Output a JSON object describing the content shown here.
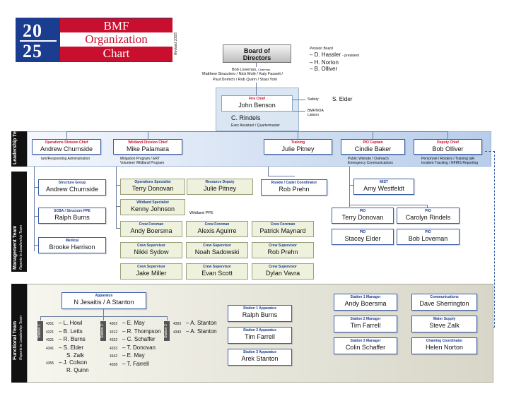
{
  "header": {
    "year_top": "20",
    "year_bottom": "25",
    "title_line1": "BMF",
    "title_line2": "Organization",
    "title_line3": "Chart",
    "revised": "Revised 10/25"
  },
  "board": {
    "title": "Board of Directors",
    "members_line1": "Bob Loveman,",
    "chairman": "Chairman",
    "members_line2": "Matthew Struzziero / Nick Molé / Katy Fassett /",
    "members_line3": "Paul Domich / Rob Quinn / Stasi York"
  },
  "pension": {
    "title": "Pension Board",
    "m1": "– D. Hassler",
    "m1_note": "- president",
    "m2": "– H. Norton",
    "m3": "– B. Olliver"
  },
  "fire_chief": {
    "title": "Fire Chief",
    "name": "John Benson",
    "safety_label": "Safety",
    "safety_name": "S. Elder",
    "liaison": "BMF/NOA Liaison",
    "exec_name": "C. Rindels",
    "exec_title": "Exec Assistant / Quartermaster"
  },
  "sections": {
    "leadership": "Leadership Team",
    "management": "Management Team",
    "management_sub": "Reports to Leadership Team",
    "functional": "Functional Team",
    "functional_sub": "Reports to Leadership Team"
  },
  "leadership": [
    {
      "title": "Operations Division Chief",
      "name": "Andrew Churnside",
      "sub1": "Iam/Responding Administration",
      "sub2": ""
    },
    {
      "title": "Wildland Division Chief",
      "name": "Mike Palamara",
      "sub1": "Mitigation Program / ERT",
      "sub2": "Volunteer Wildland Program"
    },
    {
      "title": "Training",
      "name": "Julie Pitney",
      "sub1": "",
      "sub2": ""
    },
    {
      "title": "PIO Captain",
      "name": "Cindie Baker",
      "sub1": "Public Website / Outreach",
      "sub2": "Emergency Communications"
    },
    {
      "title": "Deputy Chief",
      "name": "Bob Olliver",
      "sub1": "Personnel / Rosters / Training IaR",
      "sub2": "Incident Tracking / NFIRS Reporting"
    }
  ],
  "management": {
    "structure_group": {
      "title": "Structure Group",
      "name": "Andrew Churnside"
    },
    "scba": {
      "title": "SCBA / Structure PPE",
      "name": "Ralph Burns"
    },
    "medical": {
      "title": "Medical",
      "name": "Brooke Harrison"
    },
    "ops_specialist": {
      "title": "Operations Specialist",
      "name": "Terry Donovan"
    },
    "resource_deputy": {
      "title": "Resource Deputy",
      "name": "Julie Pitney"
    },
    "wildland_specialist": {
      "title": "Wildland Specialist",
      "name": "Kenny Johnson"
    },
    "wildland_ppe": "Wildland PPE",
    "rookie": {
      "title": "Rookie / Cadet Coordinator",
      "name": "Rob Prehn"
    },
    "mist": {
      "title": "MIST",
      "name": "Amy Westfeldt"
    },
    "crew_foremen": [
      {
        "title": "Crew Foreman",
        "name": "Andy Boersma"
      },
      {
        "title": "Crew Foreman",
        "name": "Alexis Aguirre"
      },
      {
        "title": "Crew Foreman",
        "name": "Patrick Maynard"
      }
    ],
    "crew_supervisors_row1": [
      {
        "title": "Crew Supervisor",
        "name": "Nikki Sydow"
      },
      {
        "title": "Crew Supervisor",
        "name": "Noah Sadowski"
      },
      {
        "title": "Crew Supervisor",
        "name": "Rob Prehn"
      }
    ],
    "crew_supervisors_row2": [
      {
        "title": "Crew Supervisor",
        "name": "Jake Miller"
      },
      {
        "title": "Crew Supervisor",
        "name": "Evan Scott"
      },
      {
        "title": "Crew Supervisor",
        "name": "Dylan Vavra"
      }
    ],
    "pio": [
      {
        "title": "PIO",
        "name": "Terry Donovan"
      },
      {
        "title": "PIO",
        "name": "Carolyn Rindels"
      },
      {
        "title": "PIO",
        "name": "Stacey Elder"
      },
      {
        "title": "PIO",
        "name": "Bob Loveman"
      }
    ]
  },
  "functional": {
    "apparatus": {
      "title": "Apparatus",
      "name": "N Jesaitis / A Stanton"
    },
    "station1_tag": "Station 1",
    "station2_tag": "Station 2",
    "station3_tag": "Station 3",
    "station1_list": [
      {
        "num": "4301",
        "name": "– L. Howl"
      },
      {
        "num": "4321",
        "name": "– B. Letts"
      },
      {
        "num": "4331",
        "name": "– R. Burns"
      },
      {
        "num": "4341",
        "name": "– S. Elder"
      },
      {
        "num": "",
        "name": "S. Zalk"
      },
      {
        "num": "4355",
        "name": "– J. Colson"
      },
      {
        "num": "",
        "name": "R. Quinn"
      }
    ],
    "station2_list": [
      {
        "num": "4302",
        "name": "– E. May"
      },
      {
        "num": "4312",
        "name": "– R. Thompson"
      },
      {
        "num": "4322",
        "name": "– C. Schaffer"
      },
      {
        "num": "4333",
        "name": "– T. Donovan"
      },
      {
        "num": "4342",
        "name": "– E. May"
      },
      {
        "num": "4358",
        "name": "– T. Farrell"
      }
    ],
    "station3_list": [
      {
        "num": "4303",
        "name": "– A. Stanton"
      },
      {
        "num": "4343",
        "name": "– A. Stanton"
      }
    ],
    "station_apparatus": [
      {
        "title": "Station 1 Apparatus",
        "name": "Ralph Burns"
      },
      {
        "title": "Station 2 Apparatus",
        "name": "Tim Farrell"
      },
      {
        "title": "Station 3 Apparatus",
        "name": "Arek Stanton"
      }
    ],
    "station_managers": [
      {
        "title": "Station 1 Manager",
        "name": "Andy Boersma"
      },
      {
        "title": "Station 2 Manager",
        "name": "Tim Farrell"
      },
      {
        "title": "Station 3 Manager",
        "name": "Colin Schaffer"
      }
    ],
    "communications": {
      "title": "Communications",
      "name": "Dave Sherrington"
    },
    "water_supply": {
      "title": "Water Supply",
      "name": "Steve Zalk"
    },
    "chaining": {
      "title": "Chaining Coordinator",
      "name": "Helen Norton"
    }
  }
}
